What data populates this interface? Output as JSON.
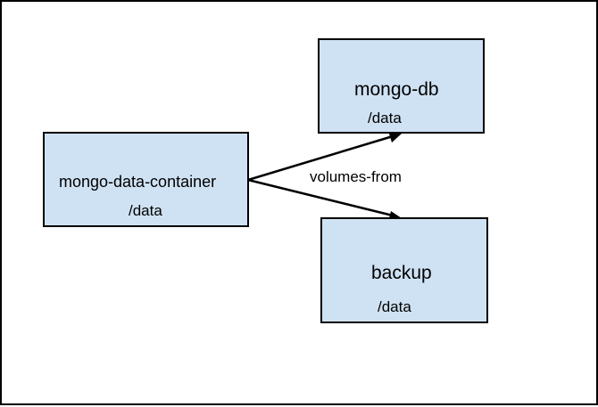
{
  "diagram": {
    "nodes": {
      "container": {
        "name": "mongo-data-container",
        "path": "/data"
      },
      "mongodb": {
        "name": "mongo-db",
        "path": "/data"
      },
      "backup": {
        "name": "backup",
        "path": "/data"
      }
    },
    "edge_label": "volumes-from",
    "colors": {
      "box_fill": "#cfe2f3",
      "stroke": "#000000"
    }
  }
}
